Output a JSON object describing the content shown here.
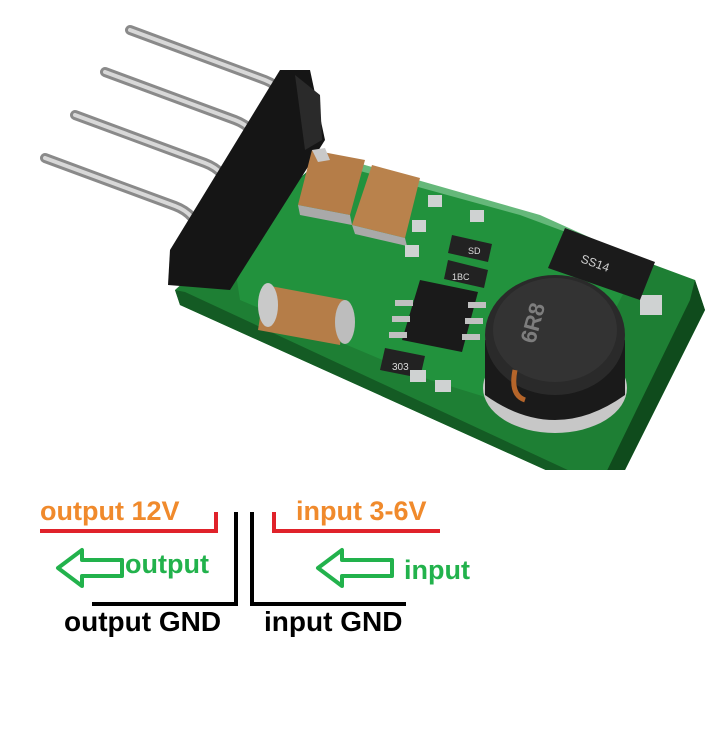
{
  "photo": {
    "chip_marking": "SD",
    "chip2_marking": "1BC",
    "resistor_marking": "303",
    "inductor_marking": "6R8",
    "ic_marking": "SS14"
  },
  "labels": {
    "output_voltage": "output 12V",
    "input_voltage": "input 3-6V",
    "output": "output",
    "input": "input",
    "output_gnd": "output GND",
    "input_gnd": "input GND"
  },
  "colors": {
    "voltage_label": "#f08a2c",
    "io_label": "#22b24c",
    "gnd_label": "#000000",
    "positive_wire": "#e0222a",
    "gnd_wire": "#000000",
    "pcb_green": "#1f8f3a",
    "arrow": "#22b24c"
  }
}
